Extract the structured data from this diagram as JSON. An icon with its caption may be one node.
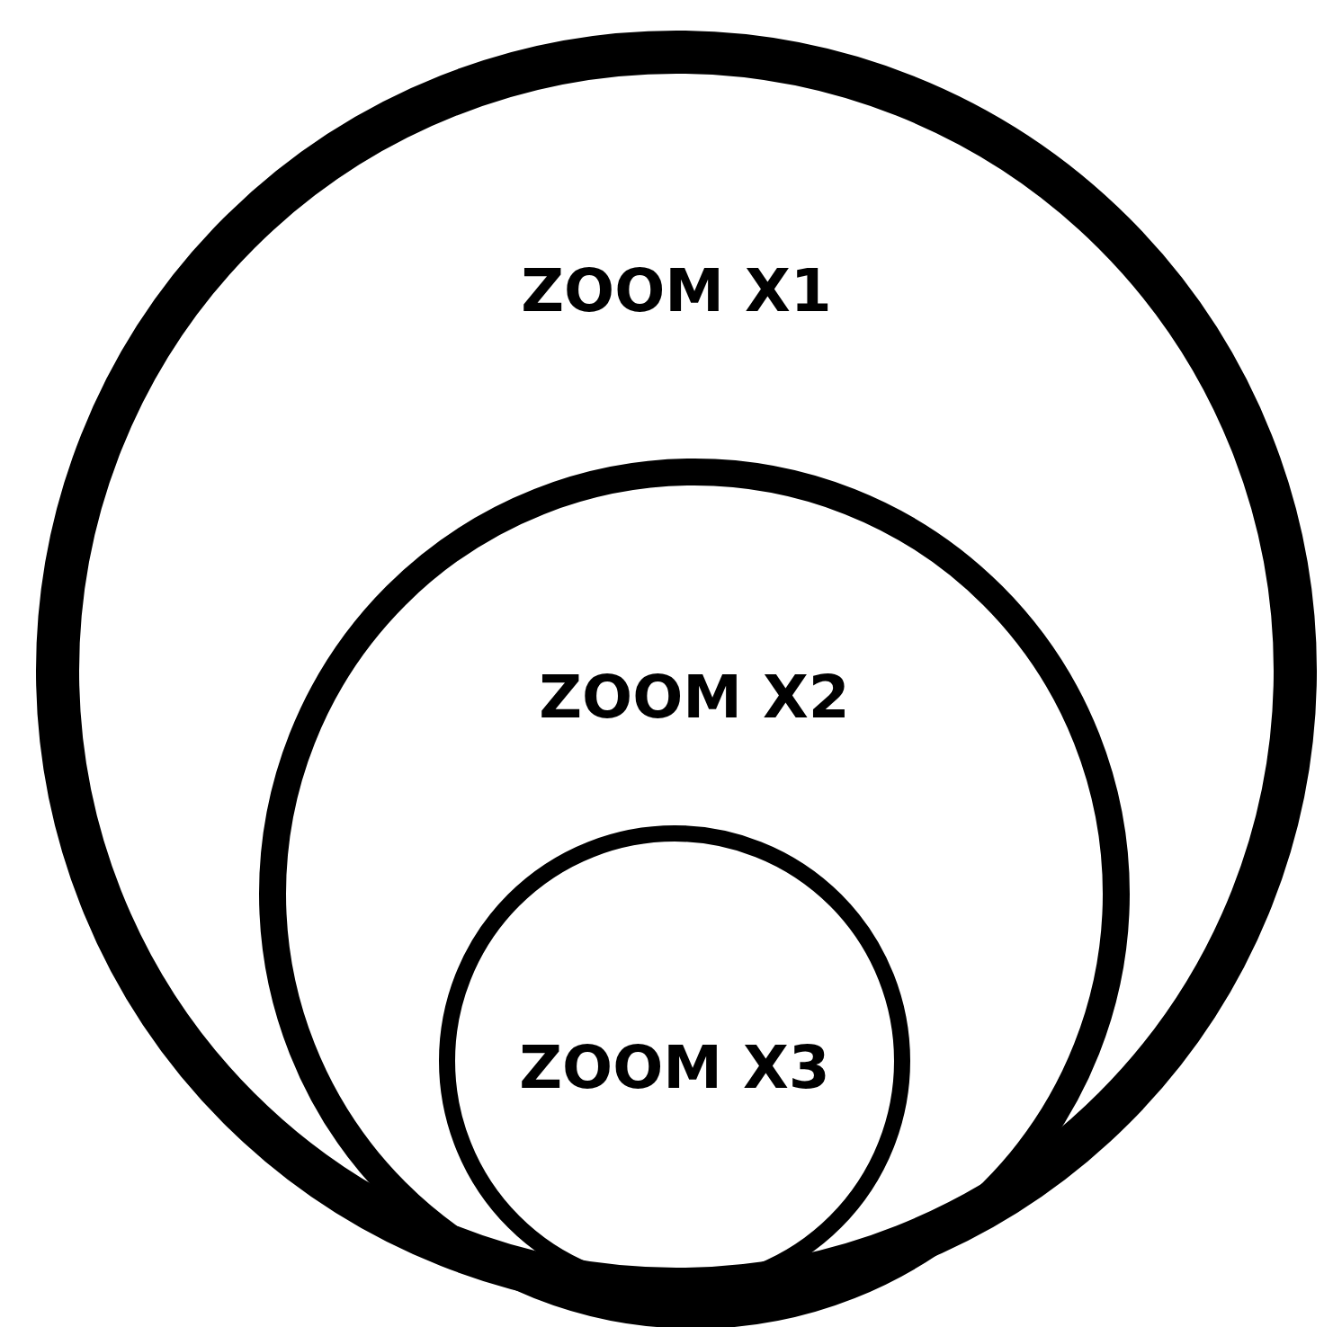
{
  "diagram": {
    "nodes": [
      {
        "text": [
          "ZOOM X1"
        ]
      },
      {
        "text": [
          "ZOOM X2"
        ],
        "in": 0
      },
      {
        "text": [
          "ZOOM X3"
        ],
        "in": 1
      }
    ]
  }
}
